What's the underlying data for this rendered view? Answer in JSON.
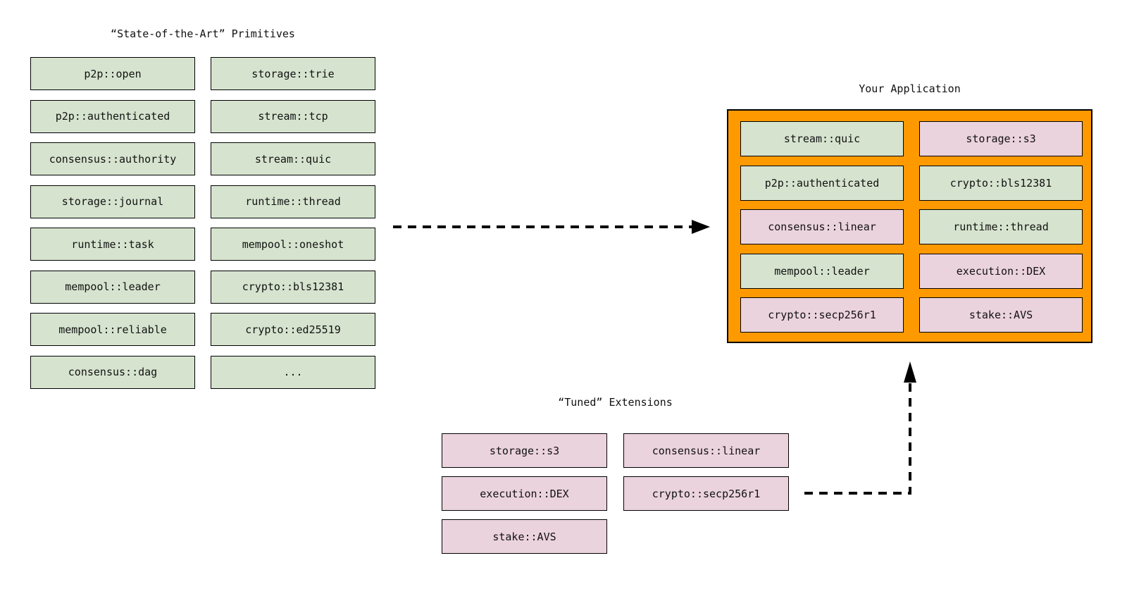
{
  "colors": {
    "primitive_fill": "#d6e4cf",
    "tuned_fill": "#ebd3dd",
    "app_fill": "#ff9900",
    "box_border": "#000000",
    "arrow_color": "#000000"
  },
  "primitives": {
    "title": "“State-of-the-Art” Primitives",
    "col1": [
      "p2p::open",
      "p2p::authenticated",
      "consensus::authority",
      "storage::journal",
      "runtime::task",
      "mempool::leader",
      "mempool::reliable",
      "consensus::dag"
    ],
    "col2": [
      "storage::trie",
      "stream::tcp",
      "stream::quic",
      "runtime::thread",
      "mempool::oneshot",
      "crypto::bls12381",
      "crypto::ed25519",
      "..."
    ]
  },
  "application": {
    "title": "Your Application",
    "col1": [
      {
        "label": "stream::quic",
        "variant": "primitive"
      },
      {
        "label": "p2p::authenticated",
        "variant": "primitive"
      },
      {
        "label": "consensus::linear",
        "variant": "tuned"
      },
      {
        "label": "mempool::leader",
        "variant": "primitive"
      },
      {
        "label": "crypto::secp256r1",
        "variant": "tuned"
      }
    ],
    "col2": [
      {
        "label": "storage::s3",
        "variant": "tuned"
      },
      {
        "label": "crypto::bls12381",
        "variant": "primitive"
      },
      {
        "label": "runtime::thread",
        "variant": "primitive"
      },
      {
        "label": "execution::DEX",
        "variant": "tuned"
      },
      {
        "label": "stake::AVS",
        "variant": "tuned"
      }
    ]
  },
  "extensions": {
    "title": "“Tuned” Extensions",
    "col1": [
      "storage::s3",
      "execution::DEX",
      "stake::AVS"
    ],
    "col2": [
      "consensus::linear",
      "crypto::secp256r1"
    ]
  }
}
